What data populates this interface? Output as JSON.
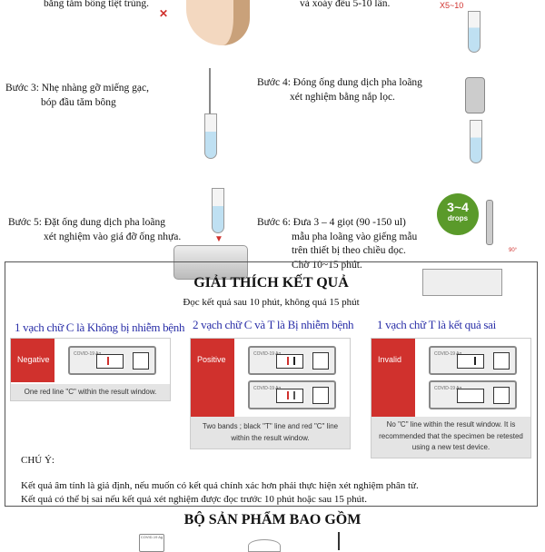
{
  "steps": {
    "step1_tail": "bằng tăm bông tiệt trùng.",
    "step2_tail": "và xoáy đều 5-10 lần.",
    "step3": {
      "label": "Bước 3:",
      "line1": "Nhẹ nhàng gỡ miếng gạc,",
      "line2": "bóp đầu tăm bông"
    },
    "step4": {
      "label": "Bước 4:",
      "line1": "Đóng ống dung dịch pha loãng",
      "line2": "xét nghiệm bằng nắp lọc."
    },
    "step5": {
      "label": "Bước 5:",
      "line1": "Đặt ống dung dịch pha loãng",
      "line2": "xét nghiệm vào giá đỡ ống nhựa."
    },
    "step6": {
      "label": "Bước 6:",
      "line1": "Đưa 3 – 4 giọt (90 -150 ul)",
      "line2": "mẫu pha loãng vào giếng mẫu",
      "line3": "trên thiết bị theo chiều dọc.",
      "line4": "Chờ 10~15 phút."
    },
    "drops_badge": {
      "line1": "3~4",
      "line2": "drops"
    },
    "angle": "90°",
    "rotation_label": "X5~10"
  },
  "results": {
    "title": "GIẢI THÍCH KẾT QUẢ",
    "subtitle": "Đọc kết quả sau 10 phút, không quá 15 phút",
    "cards": [
      {
        "heading": "1 vạch chữ C là Không bị nhiễm bệnh",
        "label": "Negative",
        "caption": "One red line \"C\" within the result window."
      },
      {
        "heading": "2 vạch chữ C và T là Bị nhiễm bệnh",
        "label": "Positive",
        "caption": "Two bands ; black \"T\" line and red  \"C\" line within the result window."
      },
      {
        "heading": "1 vạch chữ T là kết quả sai",
        "label": "Invalid",
        "caption": "No \"C\" line within the result window. It is recommended that the specimen be retested using a new test device."
      }
    ],
    "device_text": "COVID-19 Ag",
    "note_label": "CHÚ Ý:",
    "notes": [
      "Kết quả âm tính là giả định, nếu muốn có kết quả chính xác hơn phải thực hiện xét nghiệm phân tử.",
      "Kết quả có thể bị sai nếu kết quả xét nghiệm được đọc trước 10 phút hoặc sau 15 phút."
    ]
  },
  "kit": {
    "title": "BỘ SẢN PHẨM BAO GỒM",
    "device_text": "COVID-19 Ag"
  },
  "colors": {
    "red": "#d0312d",
    "heading_blue": "#2a2fa8",
    "green": "#5a9a2a"
  }
}
